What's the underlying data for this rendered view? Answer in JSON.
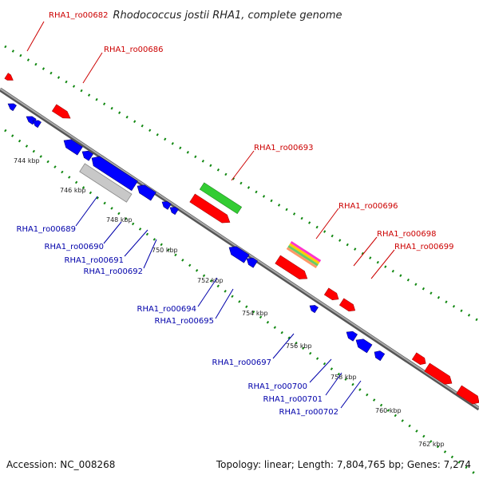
{
  "title": "Rhodococcus jostii RHA1, complete genome",
  "footer": {
    "accession": "Accession: NC_008268",
    "summary": "Topology: linear; Length: 7,804,765 bp; Genes: 7,274"
  },
  "colors": {
    "forward_gene": "#ff0000",
    "reverse_gene": "#0000ff",
    "backbone": "#888888",
    "ruler": "#118811",
    "label_forward": "#cc0000",
    "label_reverse": "#0000aa"
  },
  "kbp_labels": [
    "744 kbp",
    "746 kbp",
    "748 kbp",
    "750 kbp",
    "752 kbp",
    "754 kbp",
    "756 kbp",
    "758 kbp",
    "760 kbp",
    "762 kbp"
  ],
  "forward_labels": [
    "RHA1_ro00682",
    "RHA1_ro00686",
    "RHA1_ro00693",
    "RHA1_ro00696",
    "RHA1_ro00698",
    "RHA1_ro00699"
  ],
  "reverse_labels": [
    "RHA1_ro00689",
    "RHA1_ro00690",
    "RHA1_ro00691",
    "RHA1_ro00692",
    "RHA1_ro00694",
    "RHA1_ro00695",
    "RHA1_ro00697",
    "RHA1_ro00700",
    "RHA1_ro00701",
    "RHA1_ro00702"
  ]
}
